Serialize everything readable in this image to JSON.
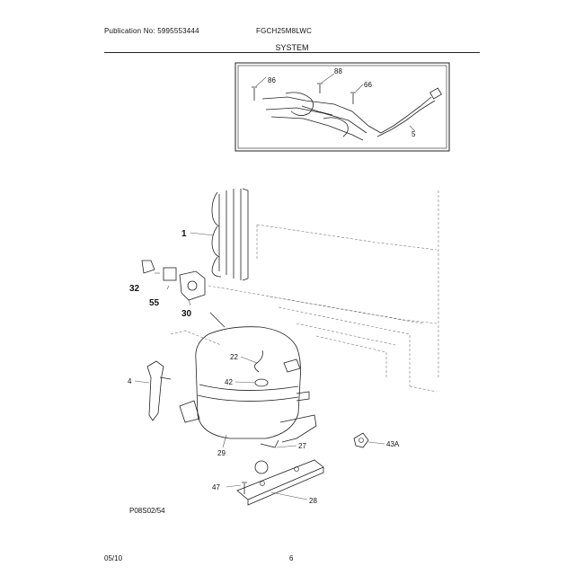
{
  "header": {
    "publication": "Publication No: 5995553444",
    "model": "FGCH25M8LWC",
    "section": "SYSTEM"
  },
  "footer": {
    "date": "05/10",
    "page": "6",
    "diagram_code": "P08S02/54"
  },
  "callouts": {
    "inset_86": "86",
    "inset_88": "88",
    "inset_66": "66",
    "inset_5": "5",
    "c1": "1",
    "c32": "32",
    "c55": "55",
    "c30": "30",
    "c4": "4",
    "c22": "22",
    "c42": "42",
    "c29": "29",
    "c27": "27",
    "c47": "47",
    "c28": "28",
    "c43A": "43A"
  }
}
